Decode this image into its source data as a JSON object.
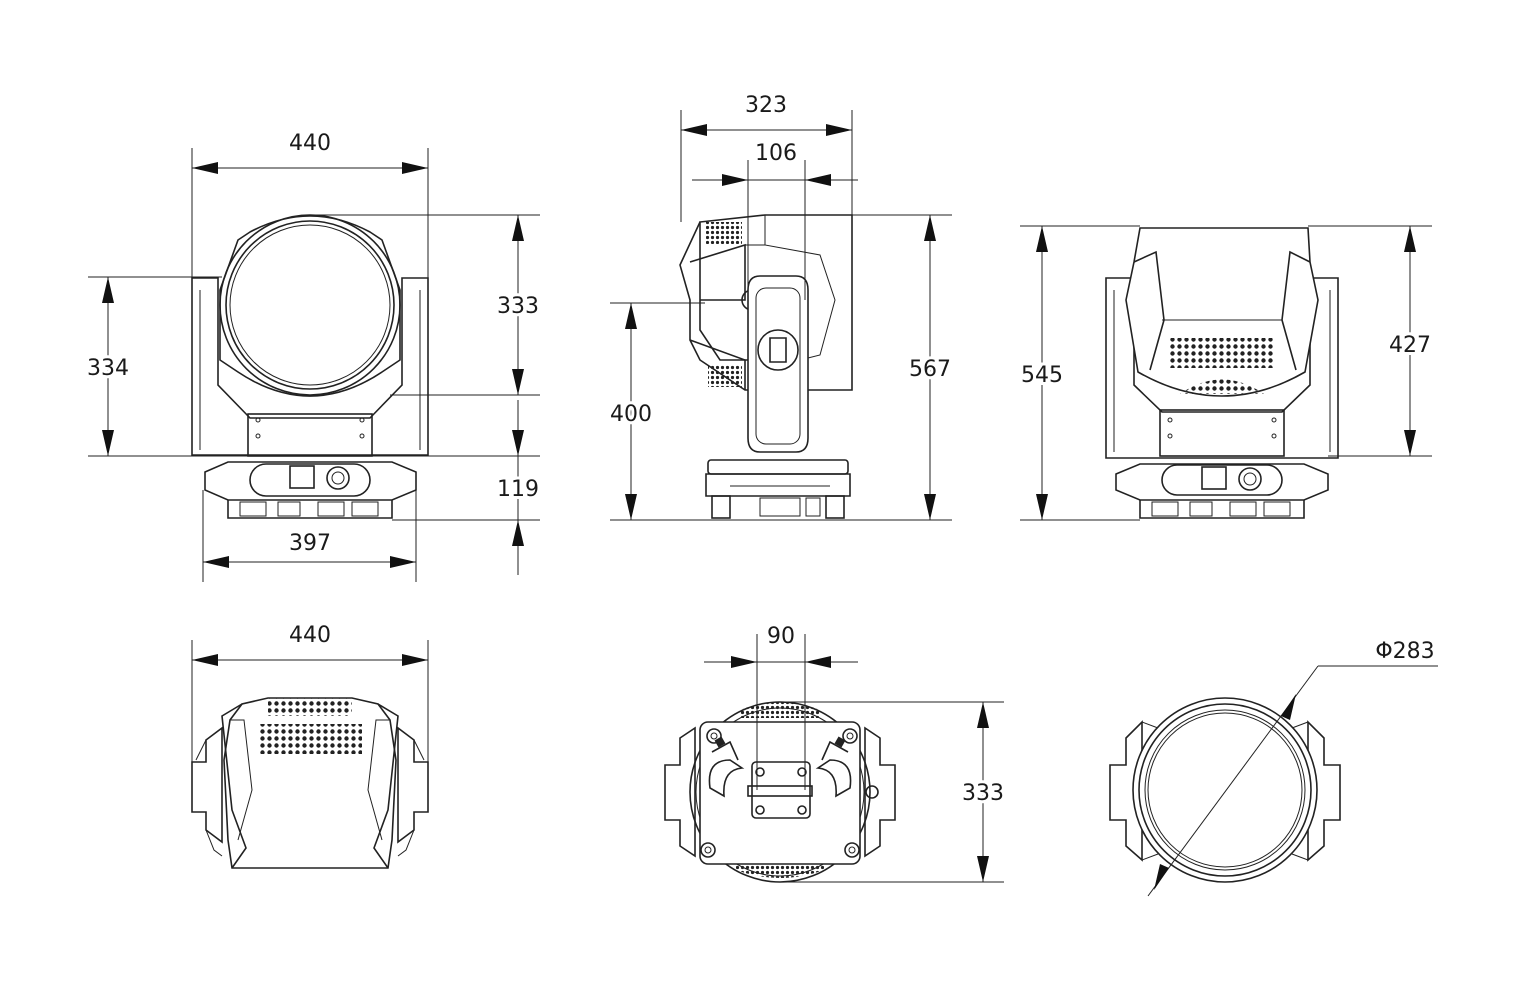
{
  "views": {
    "front": {
      "width_top": "440",
      "height_left": "334",
      "height_head": "333",
      "height_base": "119",
      "width_base": "397"
    },
    "side": {
      "width_overall": "323",
      "width_mount": "106",
      "height_overall": "567",
      "height_yoke": "400"
    },
    "rear": {
      "height_overall": "545",
      "height_head": "427"
    },
    "top": {
      "width": "440"
    },
    "bottom": {
      "width_bracket": "90",
      "height": "333"
    },
    "lens": {
      "diameter": "Φ283"
    }
  },
  "colors": {
    "line": "#222222",
    "background": "#ffffff"
  }
}
